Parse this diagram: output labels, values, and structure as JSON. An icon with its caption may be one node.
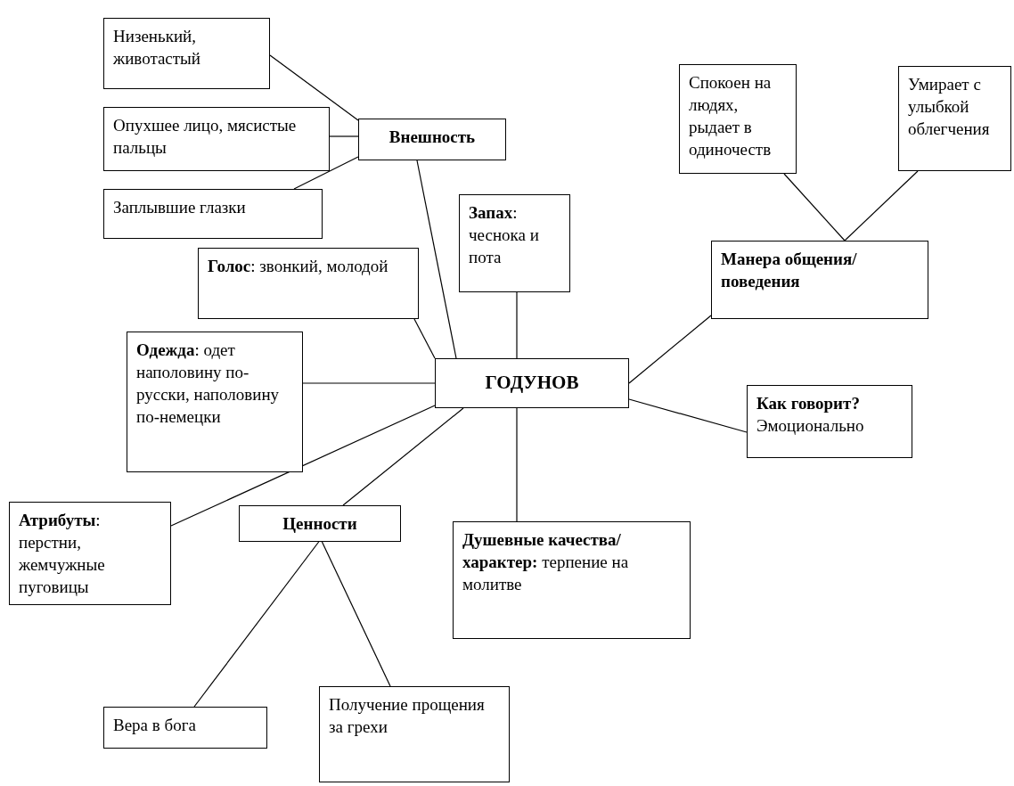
{
  "diagram": {
    "nodes": [
      {
        "text": [
          "ГОДУНОВ"
        ]
      },
      {
        "text": [
          "Внешность"
        ]
      },
      {
        "text": [
          "Низенький, животастый"
        ]
      },
      {
        "text": [
          "Опухшее лицо, мясистые пальцы"
        ]
      },
      {
        "text": [
          "Заплывшие глазки"
        ]
      },
      {
        "text": [
          "**Запах**: чеснока и пота"
        ]
      },
      {
        "text": [
          "**Голос**: звонкий, молодой"
        ]
      },
      {
        "text": [
          "**Одежда**: одет наполовину по-русски, наполовину по-немецки"
        ]
      },
      {
        "text": [
          "Манера общения/поведения"
        ]
      },
      {
        "text": [
          "Спокоен на людях, рыдает в одиночеств"
        ]
      },
      {
        "text": [
          "Умирает с улыбкой облегчения"
        ]
      },
      {
        "text": [
          "**Как говорит?** Эмоционально"
        ]
      },
      {
        "text": [
          "**Атрибуты**: перстни, жемчужные пуговицы"
        ]
      },
      {
        "text": [
          "Ценности"
        ]
      },
      {
        "text": [
          "**Душевные качества/характер:** терпение на молитве"
        ]
      },
      {
        "text": [
          "Вера в бога"
        ]
      },
      {
        "text": [
          "Получение прощения за грехи"
        ]
      }
    ],
    "edges": [
      {
        "from": 0,
        "to": 1,
        "arrow": "none"
      },
      {
        "from": 1,
        "to": 2,
        "arrow": "none"
      },
      {
        "from": 1,
        "to": 3,
        "arrow": "none"
      },
      {
        "from": 1,
        "to": 4,
        "arrow": "none"
      },
      {
        "from": 0,
        "to": 5,
        "arrow": "none"
      },
      {
        "from": 0,
        "to": 6,
        "arrow": "none"
      },
      {
        "from": 0,
        "to": 7,
        "arrow": "none"
      },
      {
        "from": 0,
        "to": 8,
        "arrow": "none"
      },
      {
        "from": 8,
        "to": 9,
        "arrow": "none"
      },
      {
        "from": 8,
        "to": 10,
        "arrow": "none"
      },
      {
        "from": 0,
        "to": 11,
        "arrow": "none"
      },
      {
        "from": 0,
        "to": 12,
        "arrow": "none"
      },
      {
        "from": 0,
        "to": 13,
        "arrow": "none"
      },
      {
        "from": 0,
        "to": 14,
        "arrow": "none"
      },
      {
        "from": 13,
        "to": 15,
        "arrow": "none"
      },
      {
        "from": 13,
        "to": 16,
        "arrow": "none"
      }
    ]
  }
}
